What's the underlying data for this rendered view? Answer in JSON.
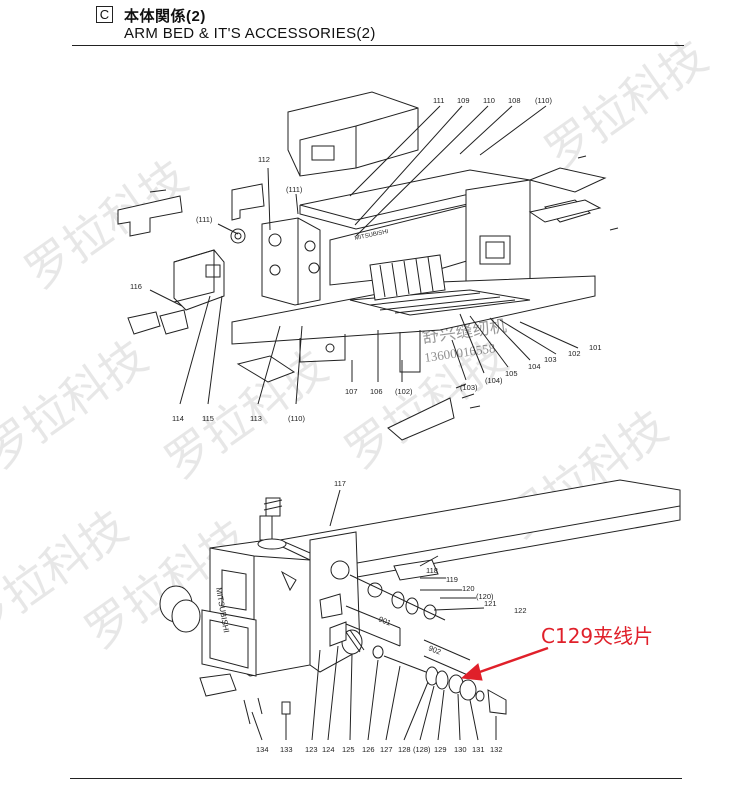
{
  "header": {
    "section_letter": "C",
    "title_jp": "本体関係(2)",
    "title_en": "ARM BED & IT'S ACCESSORIES(2)"
  },
  "callout": {
    "text": "C129夹线片",
    "color": "#e0202a"
  },
  "watermark": {
    "text": "罗拉科技",
    "phone": "13600016558",
    "stamp": "舒兴缝纫机"
  },
  "upper_part_numbers": [
    "111",
    "109",
    "110",
    "108",
    "(110)",
    "112",
    "(111)",
    "(111)",
    "116",
    "101",
    "102",
    "103",
    "104",
    "105",
    "(103)",
    "(104)",
    "(102)",
    "107",
    "106",
    "114",
    "115",
    "113",
    "(110)"
  ],
  "lower_part_numbers": [
    "117",
    "118",
    "119",
    "120",
    "(120)",
    "121",
    "122",
    "901",
    "902",
    "134",
    "133",
    "123",
    "124",
    "125",
    "126",
    "127",
    "128",
    "(128)",
    "129",
    "130",
    "131",
    "132"
  ],
  "brand_labels": {
    "machine_upper": "MITSUBISHI",
    "machine_lower": "MITSUBISHI"
  }
}
